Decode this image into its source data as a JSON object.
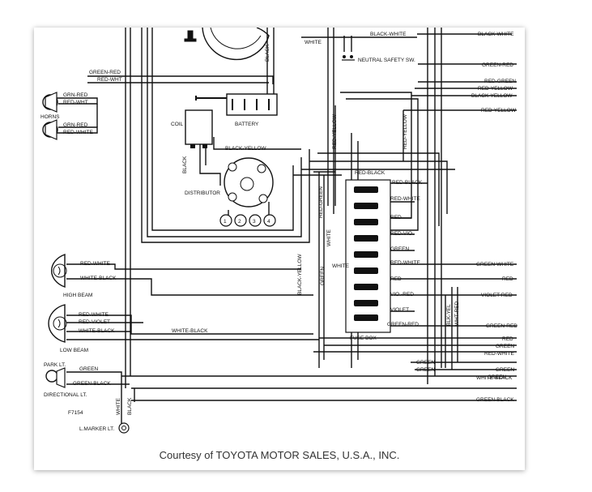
{
  "caption": "Courtesy of TOYOTA MOTOR SALES, U.S.A., INC.",
  "figure_id": "F7154",
  "components": {
    "horns": "HORNS",
    "coil": "COIL",
    "battery": "BATTERY",
    "distributor": "DISTRIBUTOR",
    "neutral_switch": "NEUTRAL SAFETY SW.",
    "high_beam": "HIGH BEAM",
    "low_beam": "LOW BEAM",
    "park_lt": "PARK LT.",
    "directional_lt": "DIRECTIONAL LT.",
    "marker_lt": "L.MARKER LT.",
    "fuse_box": "FUSE BOX"
  },
  "distributor_terminals": [
    "1",
    "2",
    "3",
    "4"
  ],
  "left_wires": [
    {
      "label": "GREEN-RED"
    },
    {
      "label": "RED-WHT"
    },
    {
      "label": "GRN-RED"
    },
    {
      "label": "RED-WHT"
    },
    {
      "label": "GRN-RED"
    },
    {
      "label": "RED-WHITE"
    },
    {
      "label": "BLACK-YELLOW"
    },
    {
      "label": "BLACK"
    },
    {
      "label": "RED-WHITE"
    },
    {
      "label": "WHITE-BLACK"
    },
    {
      "label": "RED-WHITE"
    },
    {
      "label": "RED-VIOLET"
    },
    {
      "label": "WHITE-BLACK"
    },
    {
      "label": "WHITE-BLACK"
    },
    {
      "label": "GREEN"
    },
    {
      "label": "GREEN-BLACK"
    },
    {
      "label": "BLACK"
    },
    {
      "label": "WHITE"
    }
  ],
  "center_wires": [
    {
      "label": "BLACK-WHITE"
    },
    {
      "label": "WHITE"
    },
    {
      "label": "BLACK"
    },
    {
      "label": "RED-YELLOW"
    },
    {
      "label": "RED-YELLOW"
    },
    {
      "label": "RED-BLACK"
    },
    {
      "label": "RED-GREEN"
    },
    {
      "label": "WHITE"
    },
    {
      "label": "BLACK-YELLOW"
    },
    {
      "label": "GREEN"
    },
    {
      "label": "WHITE"
    },
    {
      "label": "BLK-YEL"
    },
    {
      "label": "WHT-RED"
    }
  ],
  "fuse_labels": [
    "RED-BLACK",
    "RED-WHITE",
    "RED",
    "RED-VIO.",
    "GREEN",
    "RED-WHITE",
    "RED",
    "VIO.-RED",
    "VIOLET",
    "GREEN-RED"
  ],
  "right_wires": [
    {
      "label": "BLACK-WHITE"
    },
    {
      "label": "GREEN-RED"
    },
    {
      "label": "RED-GREEN"
    },
    {
      "label": "RED-YELLOW"
    },
    {
      "label": "BLACK-YELLOW"
    },
    {
      "label": "RED-YELLOW"
    },
    {
      "label": "GREEN-WHITE"
    },
    {
      "label": "RED"
    },
    {
      "label": "VIOLET-RED"
    },
    {
      "label": "GREEN-RED"
    },
    {
      "label": "RED"
    },
    {
      "label": "GREEN"
    },
    {
      "label": "RED-WHITE"
    },
    {
      "label": "GREEN"
    },
    {
      "label": "GREEN"
    },
    {
      "label": "GREEN"
    },
    {
      "label": "GREEN"
    },
    {
      "label": "WHITE-BLACK"
    },
    {
      "label": "GREEN-BLACK"
    }
  ]
}
